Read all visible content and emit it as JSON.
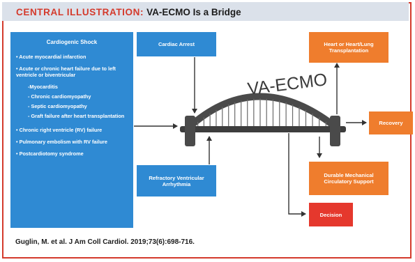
{
  "header": {
    "kicker": "CENTRAL ILLUSTRATION:",
    "title": "VA-ECMO Is a Bridge"
  },
  "causes": {
    "heading": "Cardiogenic Shock",
    "items": [
      {
        "text": "• Acute myocardial infarction",
        "subs": []
      },
      {
        "text": "• Acute or chronic heart failure due to left ventricle or biventricular",
        "subs": [
          "-Myocarditis",
          "- Chronic cardiomyopathy",
          "- Septic cardiomyopathy",
          "- Graft failure after heart transplantation"
        ]
      },
      {
        "text": "• Chronic right ventricle (RV) failure",
        "subs": []
      },
      {
        "text": "• Pulmonary embolism with RV failure",
        "subs": []
      },
      {
        "text": "• Postcardiotomy syndrome",
        "subs": []
      }
    ]
  },
  "inputs": {
    "cardiac_arrest": "Cardiac Arrest",
    "arrhythmia": "Refractory Ventricular Arrhythmia"
  },
  "bridge_label": "VA-ECMO",
  "outcomes": {
    "transplant": "Heart or Heart/Lung Transplantation",
    "recovery": "Recovery",
    "durable_support": "Durable Mechanical Circulatory Support",
    "decision": "Decision"
  },
  "citation": "Guglin, M. et al. J Am Coll Cardiol. 2019;73(6):698-716.",
  "colors": {
    "accent_red": "#d43a2c",
    "blue_box": "#2f8ad3",
    "orange_box": "#ef7d2d",
    "decision_red": "#e5382d",
    "bridge": "#4a4a4a"
  }
}
